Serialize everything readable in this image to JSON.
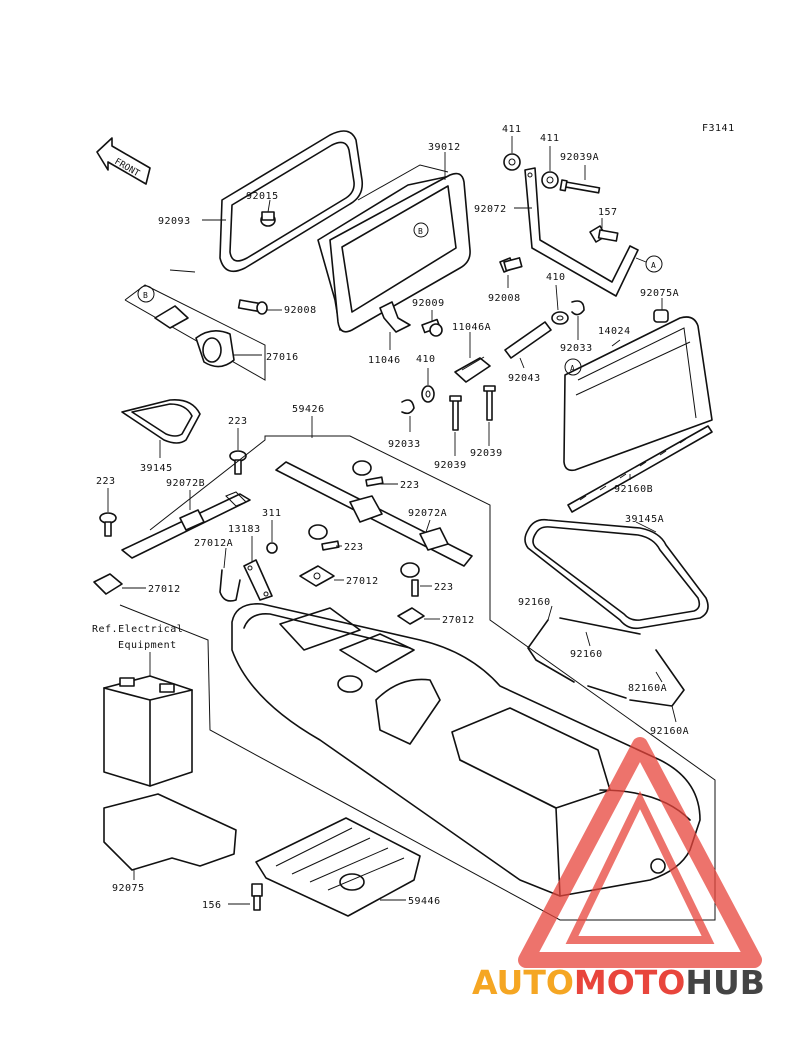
{
  "figure_code": "F3141",
  "front_arrow_label": "FRONT",
  "ref_note": {
    "line1": "Ref.Electrical",
    "line2": "Equipment"
  },
  "callouts": {
    "c_a1": "A",
    "c_a2": "A",
    "c_b1": "B",
    "c_b2": "B"
  },
  "labels": {
    "l_92093": "92093",
    "l_92015": "92015",
    "l_39012": "39012",
    "l_92072": "92072",
    "l_411a": "411",
    "l_411b": "411",
    "l_92039A": "92039A",
    "l_157": "157",
    "l_92008a": "92008",
    "l_92008b": "92008",
    "l_92009": "92009",
    "l_11046A": "11046A",
    "l_11046": "11046",
    "l_410a": "410",
    "l_410b": "410",
    "l_92075A": "92075A",
    "l_14024": "14024",
    "l_92033a": "92033",
    "l_92033b": "92033",
    "l_92043": "92043",
    "l_27016": "27016",
    "l_39145": "39145",
    "l_223a": "223",
    "l_223b": "223",
    "l_223c": "223",
    "l_223d": "223",
    "l_223e": "223",
    "l_59426": "59426",
    "l_92039a": "92039",
    "l_92039b": "92039",
    "l_92072B": "92072B",
    "l_311": "311",
    "l_13183": "13183",
    "l_27012A": "27012A",
    "l_92072A": "92072A",
    "l_27012a": "27012",
    "l_27012b": "27012",
    "l_27012c": "27012",
    "l_92160B": "92160B",
    "l_39145A": "39145A",
    "l_92160a": "92160",
    "l_92160b": "92160",
    "l_82160A": "82160A",
    "l_92160A": "92160A",
    "l_92075": "92075",
    "l_156": "156",
    "l_59446": "59446"
  },
  "watermark": {
    "part1": "AUTO",
    "part2": "MOTO",
    "part3": "HUB",
    "color1": "#f5a623",
    "color2": "#e8453c",
    "color3": "#444444"
  }
}
